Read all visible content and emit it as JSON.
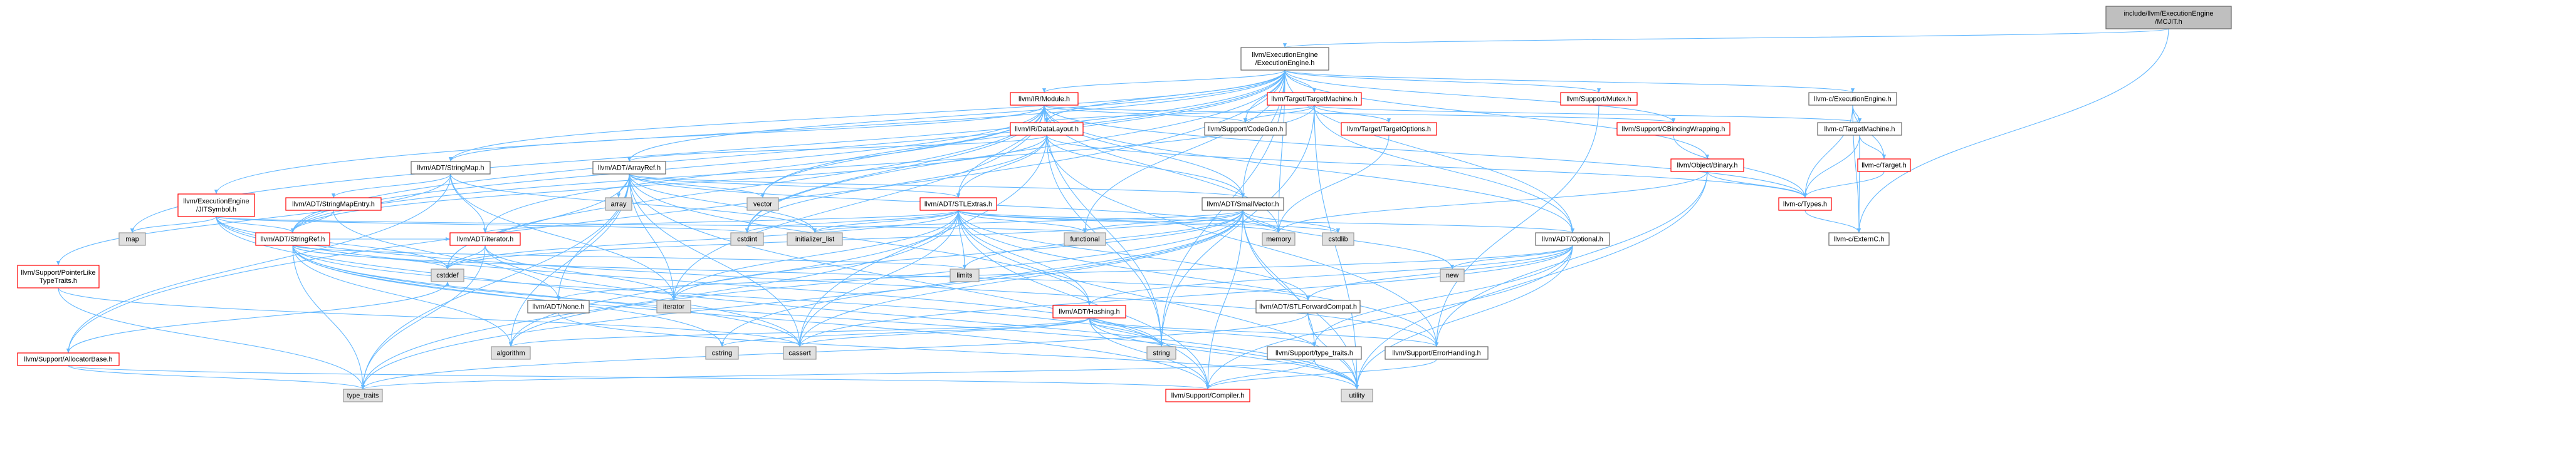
{
  "colors": {
    "root_fill": "#bfbfbf",
    "root_stroke": "#666666",
    "doc_fill": "#ffffff",
    "doc_stroke": "#666666",
    "partial_stroke": "#ff0000",
    "system_fill": "#e0e0e0",
    "system_stroke": "#999999",
    "edge": "#63b8ff",
    "edge_alt": "#404040",
    "text": "#000000"
  },
  "nodes": [
    {
      "id": "root",
      "lines": [
        "include/llvm/ExecutionEngine",
        "/MCJIT.h"
      ],
      "kind": "root"
    },
    {
      "id": "ee",
      "lines": [
        "llvm/ExecutionEngine",
        "/ExecutionEngine.h"
      ],
      "kind": "doc"
    },
    {
      "id": "irmodule",
      "lines": [
        "llvm/IR/Module.h"
      ],
      "kind": "partial"
    },
    {
      "id": "targetmachine",
      "lines": [
        "llvm/Target/TargetMachine.h"
      ],
      "kind": "partial"
    },
    {
      "id": "mutex",
      "lines": [
        "llvm/Support/Mutex.h"
      ],
      "kind": "partial"
    },
    {
      "id": "cee",
      "lines": [
        "llvm-c/ExecutionEngine.h"
      ],
      "kind": "doc"
    },
    {
      "id": "stringmap",
      "lines": [
        "llvm/ADT/StringMap.h"
      ],
      "kind": "doc"
    },
    {
      "id": "arrayref",
      "lines": [
        "llvm/ADT/ArrayRef.h"
      ],
      "kind": "doc"
    },
    {
      "id": "datalayout",
      "lines": [
        "llvm/IR/DataLayout.h"
      ],
      "kind": "partial"
    },
    {
      "id": "codegen",
      "lines": [
        "llvm/Support/CodeGen.h"
      ],
      "kind": "doc"
    },
    {
      "id": "targetoptions",
      "lines": [
        "llvm/Target/TargetOptions.h"
      ],
      "kind": "partial"
    },
    {
      "id": "cbinding",
      "lines": [
        "llvm/Support/CBindingWrapping.h"
      ],
      "kind": "partial"
    },
    {
      "id": "ctargetmachine",
      "lines": [
        "llvm-c/TargetMachine.h"
      ],
      "kind": "doc"
    },
    {
      "id": "jitsymbol",
      "lines": [
        "llvm/ExecutionEngine",
        "/JITSymbol.h"
      ],
      "kind": "partial"
    },
    {
      "id": "stringmapentry",
      "lines": [
        "llvm/ADT/StringMapEntry.h"
      ],
      "kind": "partial"
    },
    {
      "id": "array",
      "lines": [
        "array"
      ],
      "kind": "system"
    },
    {
      "id": "vector",
      "lines": [
        "vector"
      ],
      "kind": "system"
    },
    {
      "id": "stlextras",
      "lines": [
        "llvm/ADT/STLExtras.h"
      ],
      "kind": "partial"
    },
    {
      "id": "smallvector",
      "lines": [
        "llvm/ADT/SmallVector.h"
      ],
      "kind": "doc"
    },
    {
      "id": "objbinary",
      "lines": [
        "llvm/Object/Binary.h"
      ],
      "kind": "partial"
    },
    {
      "id": "ctarget",
      "lines": [
        "llvm-c/Target.h"
      ],
      "kind": "partial"
    },
    {
      "id": "ctypes",
      "lines": [
        "llvm-c/Types.h"
      ],
      "kind": "partial"
    },
    {
      "id": "cexternc",
      "lines": [
        "llvm-c/ExternC.h"
      ],
      "kind": "doc"
    },
    {
      "id": "map",
      "lines": [
        "map"
      ],
      "kind": "system"
    },
    {
      "id": "stringref",
      "lines": [
        "llvm/ADT/StringRef.h"
      ],
      "kind": "partial"
    },
    {
      "id": "cstdint",
      "lines": [
        "cstdint"
      ],
      "kind": "system"
    },
    {
      "id": "initlist",
      "lines": [
        "initializer_list"
      ],
      "kind": "system"
    },
    {
      "id": "iteratorh",
      "lines": [
        "llvm/ADT/iterator.h"
      ],
      "kind": "partial"
    },
    {
      "id": "functional",
      "lines": [
        "functional"
      ],
      "kind": "system"
    },
    {
      "id": "memory",
      "lines": [
        "memory"
      ],
      "kind": "system"
    },
    {
      "id": "cstdlib",
      "lines": [
        "cstdlib"
      ],
      "kind": "system"
    },
    {
      "id": "optional",
      "lines": [
        "llvm/ADT/Optional.h"
      ],
      "kind": "doc"
    },
    {
      "id": "pointerlike",
      "lines": [
        "llvm/Support/PointerLike",
        "TypeTraits.h"
      ],
      "kind": "partial"
    },
    {
      "id": "cstddef",
      "lines": [
        "cstddef"
      ],
      "kind": "system"
    },
    {
      "id": "limits",
      "lines": [
        "limits"
      ],
      "kind": "system"
    },
    {
      "id": "new",
      "lines": [
        "new"
      ],
      "kind": "system"
    },
    {
      "id": "iterator",
      "lines": [
        "iterator"
      ],
      "kind": "system"
    },
    {
      "id": "none",
      "lines": [
        "llvm/ADT/None.h"
      ],
      "kind": "doc"
    },
    {
      "id": "hashing",
      "lines": [
        "llvm/ADT/Hashing.h"
      ],
      "kind": "partial"
    },
    {
      "id": "stlfwd",
      "lines": [
        "llvm/ADT/STLForwardCompat.h"
      ],
      "kind": "doc"
    },
    {
      "id": "allocbase",
      "lines": [
        "llvm/Support/AllocatorBase.h"
      ],
      "kind": "partial"
    },
    {
      "id": "algorithm",
      "lines": [
        "algorithm"
      ],
      "kind": "system"
    },
    {
      "id": "cstring",
      "lines": [
        "cstring"
      ],
      "kind": "system"
    },
    {
      "id": "cassert",
      "lines": [
        "cassert"
      ],
      "kind": "system"
    },
    {
      "id": "string",
      "lines": [
        "string"
      ],
      "kind": "system"
    },
    {
      "id": "typetraitsh",
      "lines": [
        "llvm/Support/type_traits.h"
      ],
      "kind": "doc"
    },
    {
      "id": "errorhandling",
      "lines": [
        "llvm/Support/ErrorHandling.h"
      ],
      "kind": "doc"
    },
    {
      "id": "typetraits",
      "lines": [
        "type_traits"
      ],
      "kind": "system"
    },
    {
      "id": "utility",
      "lines": [
        "utility"
      ],
      "kind": "system"
    },
    {
      "id": "compiler",
      "lines": [
        "llvm/Support/Compiler.h"
      ],
      "kind": "partial"
    }
  ],
  "edges": [
    [
      "root",
      "ee"
    ],
    [
      "root",
      "cexternc"
    ],
    [
      "ee",
      "irmodule"
    ],
    [
      "ee",
      "targetmachine"
    ],
    [
      "ee",
      "mutex"
    ],
    [
      "ee",
      "cee"
    ],
    [
      "ee",
      "stringmap"
    ],
    [
      "ee",
      "arrayref"
    ],
    [
      "ee",
      "datalayout"
    ],
    [
      "ee",
      "codegen"
    ],
    [
      "ee",
      "cbinding"
    ],
    [
      "ee",
      "objbinary"
    ],
    [
      "ee",
      "jitsymbol"
    ],
    [
      "ee",
      "smallvector"
    ],
    [
      "ee",
      "optional"
    ],
    [
      "ee",
      "stringref"
    ],
    [
      "ee",
      "vector"
    ],
    [
      "ee",
      "map"
    ],
    [
      "ee",
      "memory"
    ],
    [
      "ee",
      "string"
    ],
    [
      "ee",
      "functional"
    ],
    [
      "ee",
      "cstdint"
    ],
    [
      "ee",
      "allocbase"
    ],
    [
      "irmodule",
      "datalayout"
    ],
    [
      "irmodule",
      "codegen"
    ],
    [
      "irmodule",
      "stringmap"
    ],
    [
      "irmodule",
      "stlextras"
    ],
    [
      "irmodule",
      "stringref"
    ],
    [
      "irmodule",
      "iteratorh"
    ],
    [
      "irmodule",
      "cbinding"
    ],
    [
      "irmodule",
      "vector"
    ],
    [
      "irmodule",
      "memory"
    ],
    [
      "irmodule",
      "string"
    ],
    [
      "irmodule",
      "cstddef"
    ],
    [
      "irmodule",
      "optional"
    ],
    [
      "irmodule",
      "iterator"
    ],
    [
      "irmodule",
      "ctypes"
    ],
    [
      "irmodule",
      "smallvector"
    ],
    [
      "irmodule",
      "cstdint"
    ],
    [
      "targetmachine",
      "targetoptions"
    ],
    [
      "targetmachine",
      "codegen"
    ],
    [
      "targetmachine",
      "datalayout"
    ],
    [
      "targetmachine",
      "optional"
    ],
    [
      "targetmachine",
      "string"
    ],
    [
      "targetmachine",
      "ctargetmachine"
    ],
    [
      "targetmachine",
      "utility"
    ],
    [
      "targetmachine",
      "stringref"
    ],
    [
      "mutex",
      "errorhandling"
    ],
    [
      "cee",
      "ctargetmachine"
    ],
    [
      "cee",
      "ctarget"
    ],
    [
      "cee",
      "ctypes"
    ],
    [
      "cee",
      "cexternc"
    ],
    [
      "ctargetmachine",
      "ctarget"
    ],
    [
      "ctargetmachine",
      "ctypes"
    ],
    [
      "ctargetmachine",
      "cexternc"
    ],
    [
      "ctarget",
      "ctypes"
    ],
    [
      "ctypes",
      "cexternc"
    ],
    [
      "cbinding",
      "ctypes"
    ],
    [
      "targetoptions",
      "memory"
    ],
    [
      "objbinary",
      "ctypes"
    ],
    [
      "objbinary",
      "memory"
    ],
    [
      "objbinary",
      "utility"
    ],
    [
      "objbinary",
      "errorhandling"
    ],
    [
      "datalayout",
      "arrayref"
    ],
    [
      "datalayout",
      "stlextras"
    ],
    [
      "datalayout",
      "smallvector"
    ],
    [
      "datalayout",
      "stringref"
    ],
    [
      "datalayout",
      "ctypes"
    ],
    [
      "datalayout",
      "string"
    ],
    [
      "datalayout",
      "cassert"
    ],
    [
      "datalayout",
      "cstdint"
    ],
    [
      "datalayout",
      "errorhandling"
    ],
    [
      "stringmap",
      "stringmapentry"
    ],
    [
      "stringmap",
      "iteratorh"
    ],
    [
      "stringmap",
      "initlist"
    ],
    [
      "stringmap",
      "iterator"
    ],
    [
      "stringmap",
      "allocbase"
    ],
    [
      "stringmap",
      "pointerlike"
    ],
    [
      "stringmapentry",
      "stringref"
    ],
    [
      "stringmapentry",
      "none"
    ],
    [
      "arrayref",
      "array"
    ],
    [
      "arrayref",
      "vector"
    ],
    [
      "arrayref",
      "stlextras"
    ],
    [
      "arrayref",
      "smallvector"
    ],
    [
      "arrayref",
      "hashing"
    ],
    [
      "arrayref",
      "none"
    ],
    [
      "arrayref",
      "compiler"
    ],
    [
      "arrayref",
      "algorithm"
    ],
    [
      "arrayref",
      "cassert"
    ],
    [
      "arrayref",
      "cstddef"
    ],
    [
      "arrayref",
      "initlist"
    ],
    [
      "arrayref",
      "iterator"
    ],
    [
      "arrayref",
      "memory"
    ],
    [
      "arrayref",
      "typetraits"
    ],
    [
      "jitsymbol",
      "stringref"
    ],
    [
      "jitsymbol",
      "map"
    ],
    [
      "jitsymbol",
      "cassert"
    ],
    [
      "jitsymbol",
      "cstddef"
    ],
    [
      "jitsymbol",
      "cstdint"
    ],
    [
      "jitsymbol",
      "functional"
    ],
    [
      "jitsymbol",
      "errorhandling"
    ],
    [
      "jitsymbol",
      "string"
    ],
    [
      "stlextras",
      "stlfwd"
    ],
    [
      "stlextras",
      "optional"
    ],
    [
      "stlextras",
      "iteratorh"
    ],
    [
      "stlextras",
      "hashing"
    ],
    [
      "stlextras",
      "algorithm"
    ],
    [
      "stlextras",
      "cassert"
    ],
    [
      "stlextras",
      "cstddef"
    ],
    [
      "stlextras",
      "cstdint"
    ],
    [
      "stlextras",
      "cstdlib"
    ],
    [
      "stlextras",
      "functional"
    ],
    [
      "stlextras",
      "initlist"
    ],
    [
      "stlextras",
      "iterator"
    ],
    [
      "stlextras",
      "limits"
    ],
    [
      "stlextras",
      "memory"
    ],
    [
      "stlextras",
      "tuple_unused"
    ],
    [
      "stlextras",
      "typetraits"
    ],
    [
      "stlextras",
      "utility"
    ],
    [
      "stlextras",
      "errorhandling"
    ],
    [
      "stlextras",
      "compiler"
    ],
    [
      "smallvector",
      "compiler"
    ],
    [
      "smallvector",
      "typetraitsh"
    ],
    [
      "smallvector",
      "algorithm"
    ],
    [
      "smallvector",
      "cassert"
    ],
    [
      "smallvector",
      "cstddef"
    ],
    [
      "smallvector",
      "cstdlib"
    ],
    [
      "smallvector",
      "cstring"
    ],
    [
      "smallvector",
      "functional"
    ],
    [
      "smallvector",
      "initlist"
    ],
    [
      "smallvector",
      "iterator"
    ],
    [
      "smallvector",
      "limits"
    ],
    [
      "smallvector",
      "memory"
    ],
    [
      "smallvector",
      "new"
    ],
    [
      "smallvector",
      "typetraits"
    ],
    [
      "smallvector",
      "utility"
    ],
    [
      "optional",
      "hashing"
    ],
    [
      "optional",
      "none"
    ],
    [
      "optional",
      "stlfwd"
    ],
    [
      "optional",
      "compiler"
    ],
    [
      "optional",
      "typetraitsh"
    ],
    [
      "optional",
      "cassert"
    ],
    [
      "optional",
      "new"
    ],
    [
      "optional",
      "utility"
    ],
    [
      "stringref",
      "stlfwd"
    ],
    [
      "stringref",
      "iteratorh"
    ],
    [
      "stringref",
      "compiler"
    ],
    [
      "stringref",
      "algorithm"
    ],
    [
      "stringref",
      "cassert"
    ],
    [
      "stringref",
      "cstddef"
    ],
    [
      "stringref",
      "cstring"
    ],
    [
      "stringref",
      "limits"
    ],
    [
      "stringref",
      "string"
    ],
    [
      "stringref",
      "typetraits"
    ],
    [
      "stringref",
      "utility"
    ],
    [
      "iteratorh",
      "iterator"
    ],
    [
      "iteratorh",
      "cstddef"
    ],
    [
      "iteratorh",
      "typetraits"
    ],
    [
      "iteratorh",
      "utility"
    ],
    [
      "hashing",
      "errorhandling"
    ],
    [
      "hashing",
      "typetraitsh"
    ],
    [
      "hashing",
      "algorithm"
    ],
    [
      "hashing",
      "cassert"
    ],
    [
      "hashing",
      "cstring"
    ],
    [
      "hashing",
      "string"
    ],
    [
      "hashing",
      "tuple_unused"
    ],
    [
      "hashing",
      "utility"
    ],
    [
      "hashing",
      "compiler"
    ],
    [
      "stlfwd",
      "typetraits"
    ],
    [
      "stlfwd",
      "utility"
    ],
    [
      "typetraitsh",
      "typetraits"
    ],
    [
      "typetraitsh",
      "utility"
    ],
    [
      "typetraitsh",
      "compiler"
    ],
    [
      "errorhandling",
      "compiler"
    ],
    [
      "pointerlike",
      "cassert"
    ],
    [
      "pointerlike",
      "typetraits"
    ],
    [
      "allocbase",
      "compiler"
    ],
    [
      "allocbase",
      "typetraits"
    ],
    [
      "allocbase",
      "cstddef"
    ],
    [
      "none",
      "utility"
    ]
  ]
}
